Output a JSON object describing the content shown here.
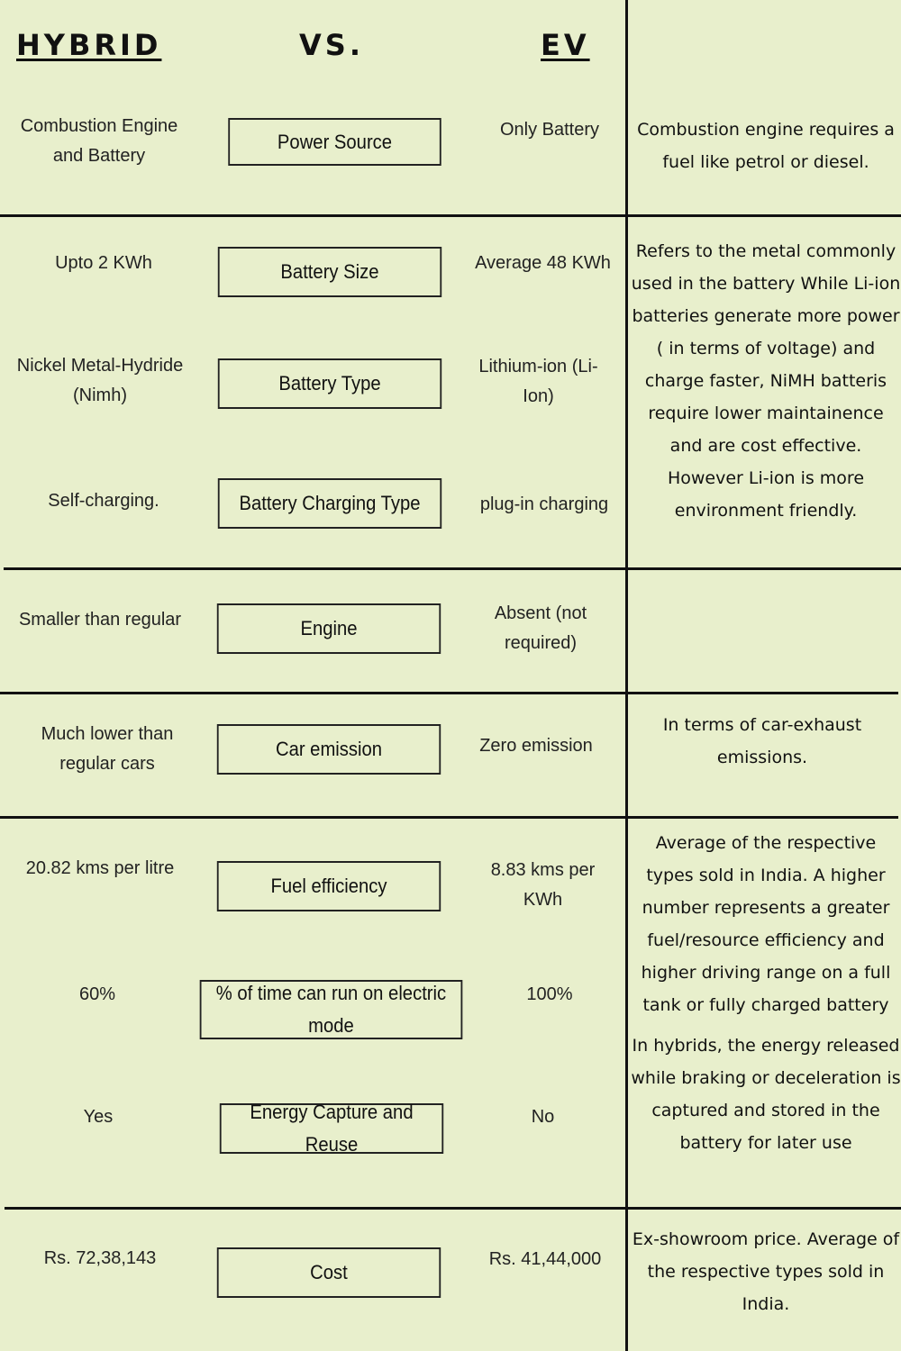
{
  "header": {
    "left": "HYBRID",
    "middle": "VS.",
    "right": "EV"
  },
  "rows": {
    "power_source": {
      "label": "Power Source",
      "hybrid": "Combustion Engine and Battery",
      "ev": "Only Battery"
    },
    "battery_size": {
      "label": "Battery Size",
      "hybrid": "Upto 2 KWh",
      "ev": "Average 48 KWh"
    },
    "battery_type": {
      "label": "Battery Type",
      "hybrid": "Nickel Metal-Hydride (Nimh)",
      "ev": "Lithium-ion (Li-Ion)"
    },
    "charging_type": {
      "label": "Battery Charging Type",
      "hybrid": "Self-charging.",
      "ev": "plug-in charging"
    },
    "engine": {
      "label": "Engine",
      "hybrid": "Smaller than regular",
      "ev": "Absent (not required)"
    },
    "emission": {
      "label": "Car emission",
      "hybrid": "Much lower than regular cars",
      "ev": "Zero emission"
    },
    "fuel_efficiency": {
      "label": "Fuel efficiency",
      "hybrid": "20.82 kms per litre",
      "ev": "8.83 kms per KWh"
    },
    "electric_mode": {
      "label": "% of time can run on electric mode",
      "hybrid": "60%",
      "ev": "100%"
    },
    "energy_capture": {
      "label": "Energy Capture and Reuse",
      "hybrid": "Yes",
      "ev": "No"
    },
    "cost": {
      "label": "Cost",
      "hybrid": "Rs. 72,38,143",
      "ev": "Rs. 41,44,000"
    }
  },
  "notes": {
    "fuel": "Combustion engine requires a fuel like petrol or diesel.",
    "battery": "Refers to the metal commonly used in the battery While Li-ion batteries generate more power ( in terms of voltage) and charge faster, NiMH batteris require lower maintainence and are cost effective. However Li-ion is more environment friendly.",
    "emission": "In terms of car-exhaust emissions.",
    "efficiency": "Average of the respective types sold in India. A higher number represents a greater fuel/resource efficiency and higher driving range on a full tank or fully charged battery",
    "regen": "In hybrids, the energy released while braking or deceleration is captured and stored in the battery for later use",
    "price": "Ex-showroom price. Average of the respective types sold in India."
  }
}
